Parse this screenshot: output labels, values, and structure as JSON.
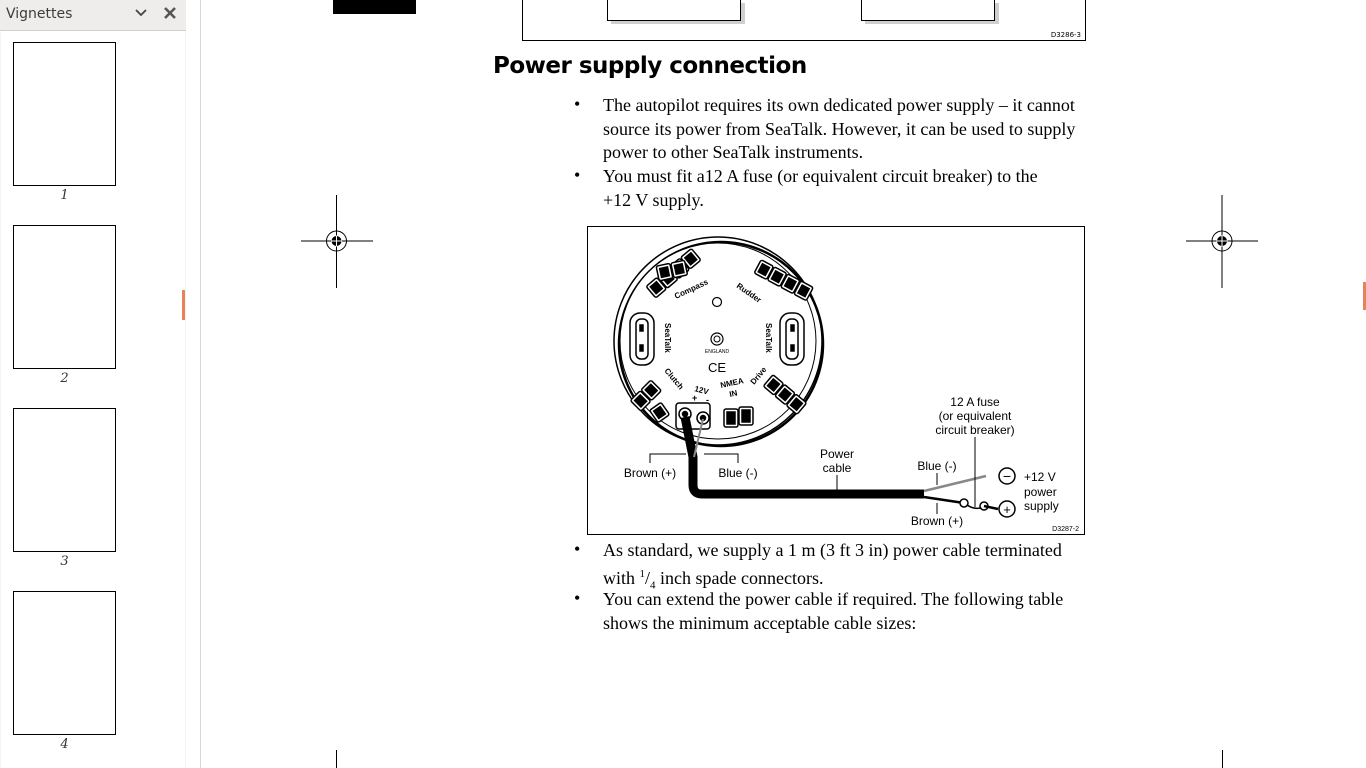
{
  "sidebar": {
    "title": "Vignettes",
    "chevron_icon": "chevron-down-icon",
    "close_icon": "close-icon",
    "thumbnails": [
      {
        "label": "1"
      },
      {
        "label": "2"
      },
      {
        "label": "3"
      },
      {
        "label": "4"
      }
    ]
  },
  "document": {
    "top_figure_code": "D3286-3",
    "section_title": "Power supply connection",
    "bullets_top": [
      {
        "lines": [
          "The autopilot requires its own dedicated power supply – it cannot",
          "source its power from SeaTalk. However, it can be used to supply",
          "power to other SeaTalk instruments."
        ]
      },
      {
        "lines": [
          "You must fit a12 A fuse (or equivalent circuit breaker) to the",
          "+12 V supply."
        ]
      }
    ],
    "bullets_bottom": [
      {
        "line1": "As standard, we supply a 1 m (3 ft 3 in) power cable terminated",
        "line2_prefix": "with ",
        "frac_num": "1",
        "frac_sep": "/",
        "frac_den": "4",
        "line2_suffix": " inch spade connectors."
      },
      {
        "lines": [
          "You can extend the power cable if required. The following table",
          "shows the minimum acceptable cable sizes:"
        ]
      }
    ],
    "diagram": {
      "code": "D3287-2",
      "labels": {
        "compass": "Compass",
        "rudder": "Rudder",
        "seatalk_left": "SeaTalk",
        "seatalk_right": "SeaTalk",
        "clutch": "Clutch",
        "v12": "12V",
        "nmea": "NMEA",
        "nmea_in": "IN",
        "drive": "Drive",
        "england": "ENGLAND",
        "ce": "CE",
        "plus": "+",
        "minus": "-",
        "brown_plus": "Brown (+)",
        "blue_minus": "Blue (-)",
        "power_cable_1": "Power",
        "power_cable_2": "cable",
        "fuse_1": "12 A fuse",
        "fuse_2": "(or equivalent",
        "fuse_3": "circuit breaker)",
        "blue_minus_2": "Blue (-)",
        "brown_plus_2": "Brown (+)",
        "supply_1": "+12 V",
        "supply_2": "power",
        "supply_3": "supply",
        "terminal_minus": "−",
        "terminal_plus": "+"
      }
    }
  }
}
